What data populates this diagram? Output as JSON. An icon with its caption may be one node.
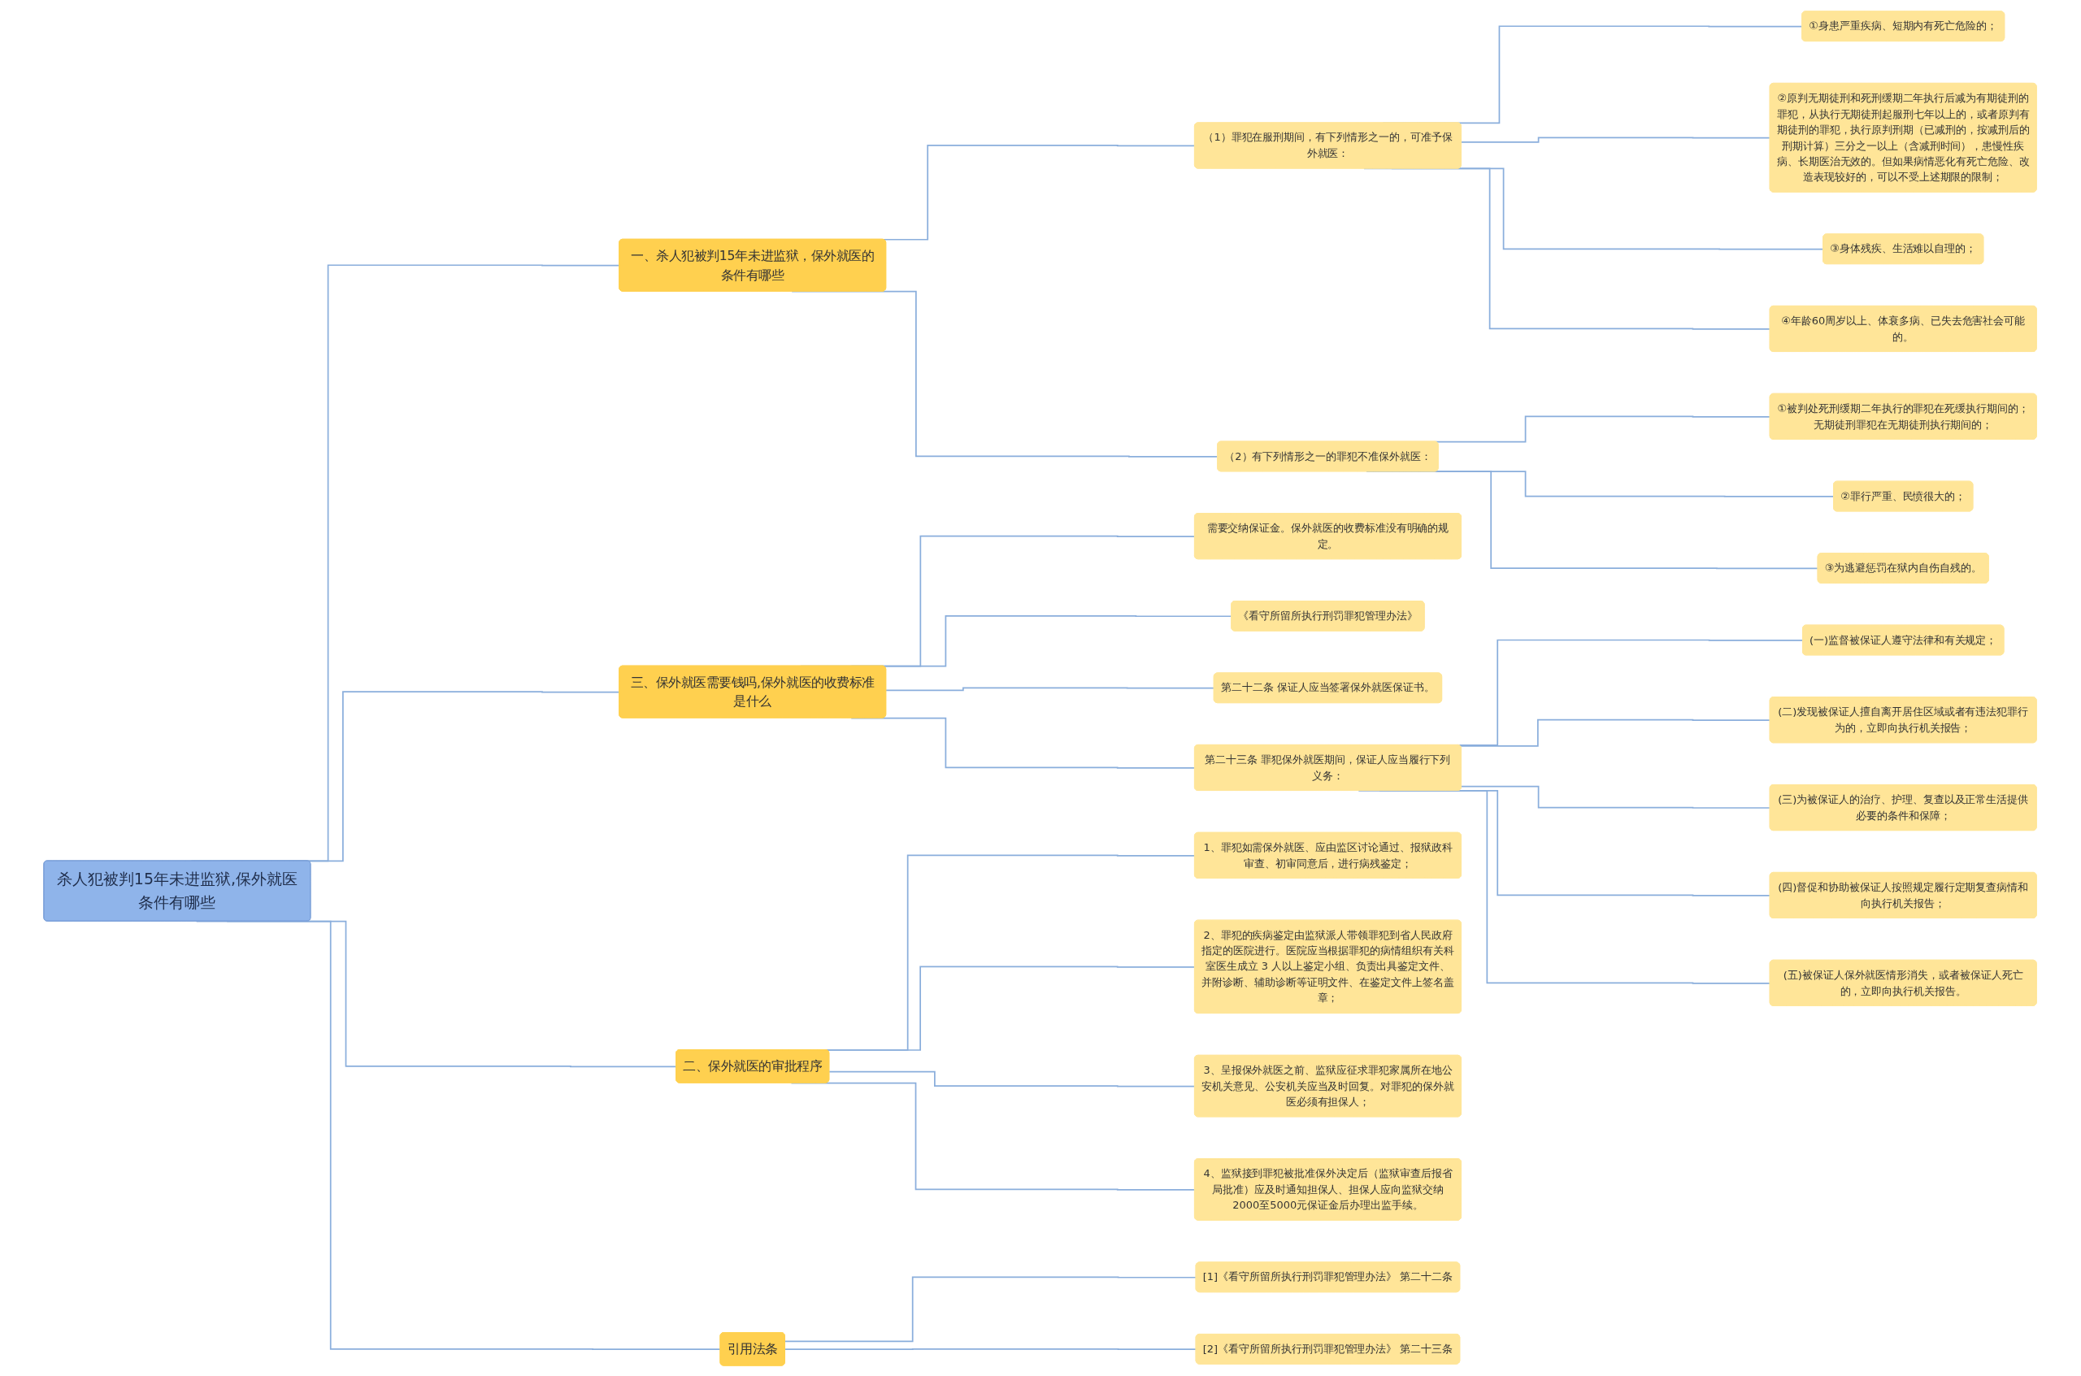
{
  "diagram": {
    "nodes": [
      {
        "text": [
          "杀人犯被判15年未进监狱,保外就医条件有哪些"
        ]
      },
      {
        "text": [
          "一、杀人犯被判15年未进监狱，保外就医的条件有哪些"
        ]
      },
      {
        "text": [
          "（1）罪犯在服刑期间，有下列情形之一的，可准予保外就医："
        ]
      },
      {
        "text": [
          "①身患严重疾病、短期内有死亡危险的；"
        ]
      },
      {
        "text": [
          "②原判无期徒刑和死刑缓期二年执行后减为有期徒刑的罪犯，从执行无期徒刑起服刑七年以上的，或者原判有期徒刑的罪犯，执行原判刑期（已减刑的，按减刑后的刑期计算）三分之一以上（含减刑时间），患慢性疾病、长期医治无效的。但如果病情恶化有死亡危险、改造表现较好的，可以不受上述期限的限制；"
        ]
      },
      {
        "text": [
          "③身体残疾、生活难以自理的；"
        ]
      },
      {
        "text": [
          "④年龄60周岁以上、体衰多病、已失去危害社会可能的。"
        ]
      },
      {
        "text": [
          "（2）有下列情形之一的罪犯不准保外就医："
        ]
      },
      {
        "text": [
          "①被判处死刑缓期二年执行的罪犯在死缓执行期间的；无期徒刑罪犯在无期徒刑执行期间的；"
        ]
      },
      {
        "text": [
          "②罪行严重、民愤很大的；"
        ]
      },
      {
        "text": [
          "③为逃避惩罚在狱内自伤自残的。"
        ]
      },
      {
        "text": [
          "三、保外就医需要钱吗,保外就医的收费标准是什么"
        ]
      },
      {
        "text": [
          "需要交纳保证金。保外就医的收费标准没有明确的规定。"
        ]
      },
      {
        "text": [
          "《看守所留所执行刑罚罪犯管理办法》"
        ]
      },
      {
        "text": [
          "第二十二条 保证人应当签署保外就医保证书。"
        ]
      },
      {
        "text": [
          "第二十三条 罪犯保外就医期间，保证人应当履行下列义务："
        ]
      },
      {
        "text": [
          "(一)监督被保证人遵守法律和有关规定；"
        ]
      },
      {
        "text": [
          "(二)发现被保证人擅自离开居住区域或者有违法犯罪行为的，立即向执行机关报告；"
        ]
      },
      {
        "text": [
          "(三)为被保证人的治疗、护理、复查以及正常生活提供必要的条件和保障；"
        ]
      },
      {
        "text": [
          "(四)督促和协助被保证人按照规定履行定期复查病情和向执行机关报告；"
        ]
      },
      {
        "text": [
          "(五)被保证人保外就医情形消失，或者被保证人死亡的，立即向执行机关报告。"
        ]
      },
      {
        "text": [
          "二、保外就医的审批程序"
        ]
      },
      {
        "text": [
          "1、罪犯如需保外就医、应由监区讨论通过、报狱政科审查、初审同意后，进行病残鉴定；"
        ]
      },
      {
        "text": [
          "2、罪犯的疾病鉴定由监狱派人带领罪犯到省人民政府指定的医院进行。医院应当根据罪犯的病情组织有关科室医生成立 3 人以上鉴定小组、负责出具鉴定文件、并附诊断、辅助诊断等证明文件、在鉴定文件上签名盖章；"
        ]
      },
      {
        "text": [
          "3、呈报保外就医之前、监狱应征求罪犯家属所在地公安机关意见、公安机关应当及时回复。对罪犯的保外就医必须有担保人；"
        ]
      },
      {
        "text": [
          "4、监狱接到罪犯被批准保外决定后（监狱审查后报省局批准）应及时通知担保人、担保人应向监狱交纳2000至5000元保证金后办理出监手续。"
        ]
      },
      {
        "text": [
          "引用法条"
        ]
      },
      {
        "text": [
          "[1]《看守所留所执行刑罚罪犯管理办法》 第二十二条"
        ]
      },
      {
        "text": [
          "[2]《看守所留所执行刑罚罪犯管理办法》 第二十三条"
        ]
      }
    ],
    "edges": [
      {
        "from": 0,
        "to": 1,
        "arrow": "none"
      },
      {
        "from": 1,
        "to": 2,
        "arrow": "none"
      },
      {
        "from": 2,
        "to": 3,
        "arrow": "none"
      },
      {
        "from": 2,
        "to": 4,
        "arrow": "none"
      },
      {
        "from": 2,
        "to": 5,
        "arrow": "none"
      },
      {
        "from": 2,
        "to": 6,
        "arrow": "none"
      },
      {
        "from": 1,
        "to": 7,
        "arrow": "none"
      },
      {
        "from": 7,
        "to": 8,
        "arrow": "none"
      },
      {
        "from": 7,
        "to": 9,
        "arrow": "none"
      },
      {
        "from": 7,
        "to": 10,
        "arrow": "none"
      },
      {
        "from": 0,
        "to": 11,
        "arrow": "none"
      },
      {
        "from": 11,
        "to": 12,
        "arrow": "none"
      },
      {
        "from": 11,
        "to": 13,
        "arrow": "none"
      },
      {
        "from": 11,
        "to": 14,
        "arrow": "none"
      },
      {
        "from": 11,
        "to": 15,
        "arrow": "none"
      },
      {
        "from": 15,
        "to": 16,
        "arrow": "none"
      },
      {
        "from": 15,
        "to": 17,
        "arrow": "none"
      },
      {
        "from": 15,
        "to": 18,
        "arrow": "none"
      },
      {
        "from": 15,
        "to": 19,
        "arrow": "none"
      },
      {
        "from": 15,
        "to": 20,
        "arrow": "none"
      },
      {
        "from": 0,
        "to": 21,
        "arrow": "none"
      },
      {
        "from": 21,
        "to": 22,
        "arrow": "none"
      },
      {
        "from": 21,
        "to": 23,
        "arrow": "none"
      },
      {
        "from": 21,
        "to": 24,
        "arrow": "none"
      },
      {
        "from": 21,
        "to": 25,
        "arrow": "none"
      },
      {
        "from": 0,
        "to": 26,
        "arrow": "none"
      },
      {
        "from": 26,
        "to": 27,
        "arrow": "none"
      },
      {
        "from": 26,
        "to": 28,
        "arrow": "none"
      }
    ]
  }
}
